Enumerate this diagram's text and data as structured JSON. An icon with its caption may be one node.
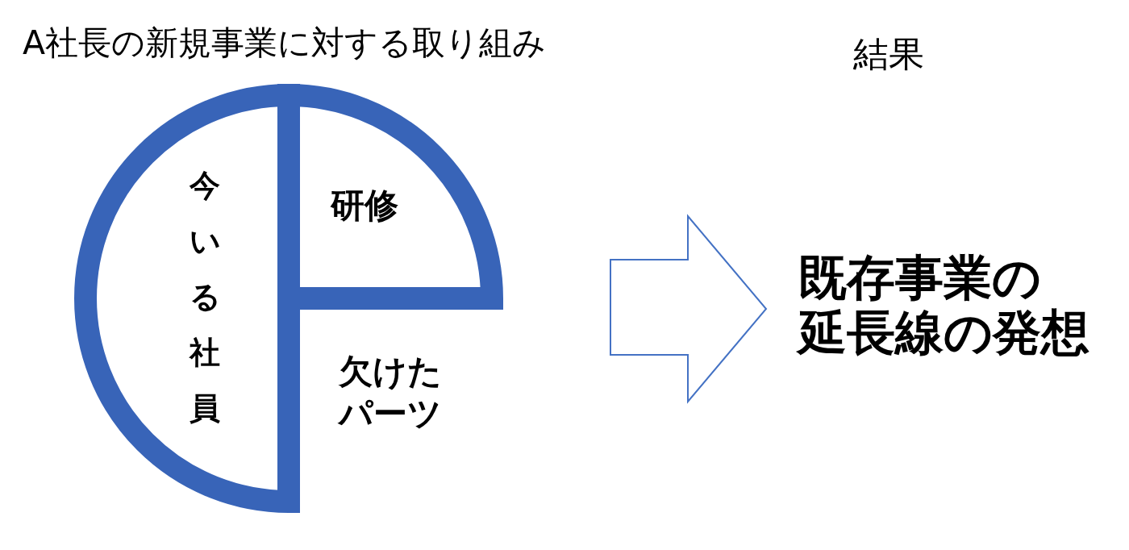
{
  "diagram": {
    "nodes": [
      {
        "text": [
          "今いる社員"
        ]
      },
      {
        "text": [
          "研修"
        ]
      },
      {
        "text": [
          "欠けたパーツ"
        ]
      },
      {
        "text": [
          "既存事業の延長線の発想"
        ]
      }
    ],
    "edges": [
      {
        "from": null,
        "to": 3,
        "arrow": "to"
      }
    ],
    "labels": [
      "A社長の新規事業に対する取り組み",
      "結果"
    ]
  }
}
